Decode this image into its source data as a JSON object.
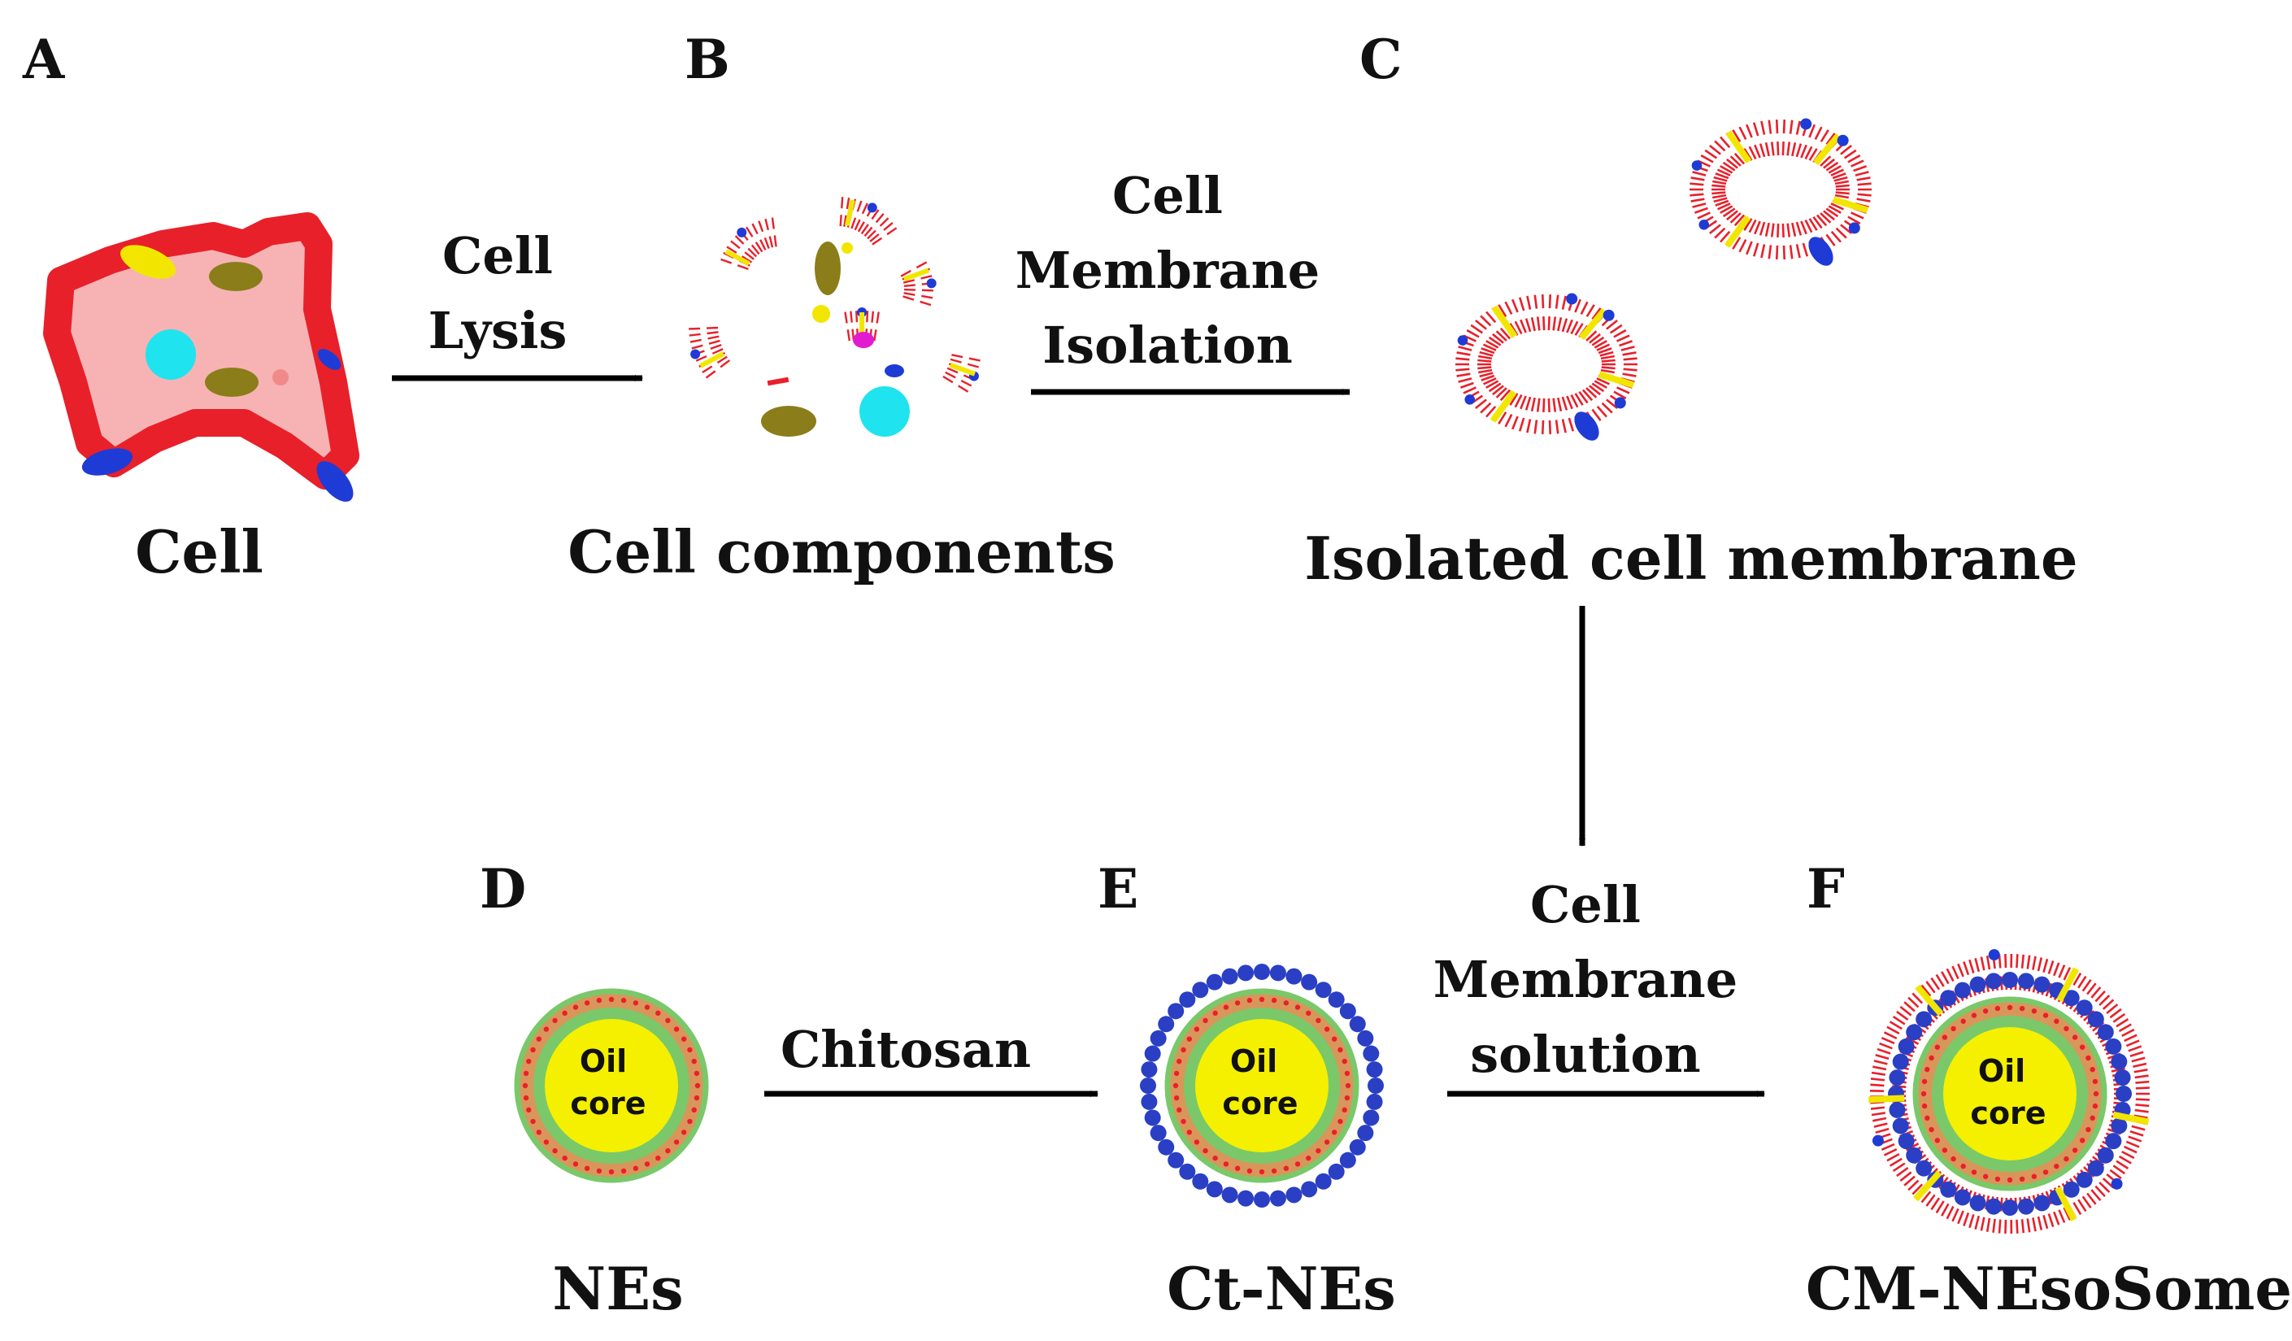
{
  "panels": {
    "a": "A",
    "b": "B",
    "c": "C",
    "d": "D",
    "e": "E",
    "f": "F"
  },
  "labels": {
    "cell": "Cell",
    "cell_components": "Cell components",
    "isolated_membrane": "Isolated cell membrane",
    "nes": "NEs",
    "ct_nes": "Ct-NEs",
    "cm_nesosome": "CM-NEsoSome"
  },
  "steps": {
    "lysis": [
      "Cell",
      "Lysis"
    ],
    "isolation": [
      "Cell",
      "Membrane",
      "Isolation"
    ],
    "chitosan": "Chitosan",
    "solution": [
      "Cell",
      "Membrane",
      "solution"
    ]
  },
  "core_text": [
    "Oil",
    "core"
  ],
  "colors": {
    "membrane_red": "#e8202a",
    "cytoplasm_pink": "#f7b3b3",
    "protein_blue": "#1f3bd6",
    "protein_yellow": "#f2e600",
    "organelle_olive": "#8b7d1a",
    "nucleus_cyan": "#1fe3ef",
    "vesicle_magenta": "#e21bd0",
    "oil_yellow": "#f4f000",
    "aqueous_green": "#7ac86a",
    "ring_orange": "#d9965a",
    "chitosan_blue": "#2a3fc4"
  }
}
